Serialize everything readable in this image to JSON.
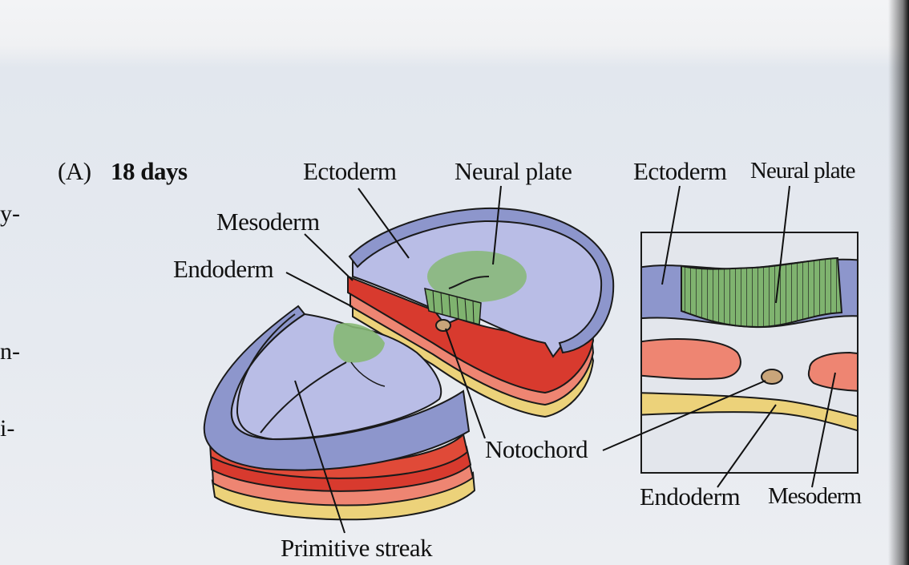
{
  "panel": {
    "letter": "(A)",
    "age": "18 days"
  },
  "embryo_labels": {
    "ectoderm": "Ectoderm",
    "neural_plate": "Neural plate",
    "mesoderm": "Mesoderm",
    "endoderm": "Endoderm",
    "notochord": "Notochord",
    "primitive_streak": "Primitive streak"
  },
  "section_labels": {
    "ectoderm": "Ectoderm",
    "neural_plate": "Neural plate",
    "endoderm": "Endoderm",
    "mesoderm": "Mesoderm"
  },
  "margin_fragments": [
    "y-",
    "n-",
    "i-"
  ],
  "colors": {
    "ectoderm": "#8d96cc",
    "neural_plate": "#86b874",
    "mesoderm_dark": "#d83a2e",
    "mesoderm_light": "#ee8572",
    "endoderm": "#ecd27a",
    "surface": "#b9bde6"
  }
}
